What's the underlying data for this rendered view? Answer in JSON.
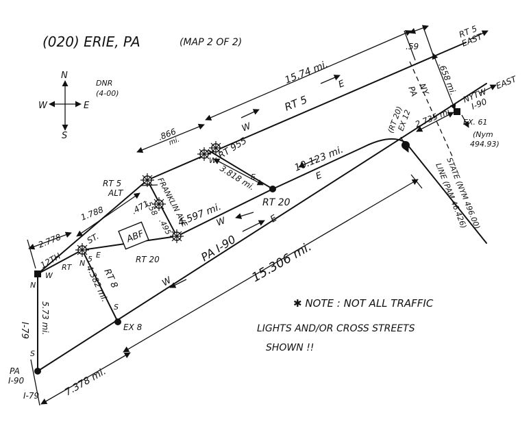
{
  "title": "(020) ERIE, PA",
  "map_note": "(MAP 2 OF 2)",
  "credit_line1": "DNR",
  "credit_line2": "(4-00)",
  "compass": {
    "n": "N",
    "s": "S",
    "e": "E",
    "w": "W"
  },
  "routes": {
    "rt5_east_1": "RT 5",
    "rt5_east_2": "EAST",
    "rt5_label": "RT 5",
    "rt5_e": "E",
    "rt5_w": "W",
    "rt5_alt_1": "RT 5",
    "rt5_alt_2": "ALT",
    "rt955": "RT 955",
    "rt20_label": "RT 20",
    "rt20_left": "RT 20",
    "rt20_e": "E",
    "rt20_w": "W",
    "rt20_ex_1": "(RT 20)",
    "rt20_ex_2": "EX 12",
    "i90_label": "PA  I-90",
    "i90_e": "E",
    "i90_w": "W",
    "nytw_1": "NYTW",
    "nytw_2": "I-90",
    "nytw_east": "EAST",
    "ex61": "EX. 61",
    "nym_1": "(Nym",
    "nym_2": "494.93)",
    "ex8": "EX 8",
    "rt8": "RT 8",
    "rt8_n": "N",
    "rt8_s": "S",
    "twelfth": "12TH",
    "st": "ST.",
    "twelfth_w": "W",
    "twelfth_rt": "RT",
    "twelfth_5": "5",
    "twelfth_e": "E",
    "franklin": "FRANKLIN AVE",
    "abf": "ABF",
    "i79_label": "I-79",
    "i79_n": "N",
    "i79_s": "S",
    "pa_i90_1": "PA",
    "pa_i90_2": "I-90",
    "i79_bottom": "I-79",
    "state_line_1": "STATE (NYM 496.00)",
    "state_line_2": "LINE (PAM 46.426)",
    "pa": "PA",
    "ny": "NY",
    "w955": "W",
    "e955": "E"
  },
  "distances": {
    "d_059": ".59",
    "d_1574": "15.74 mi.",
    "d_0658": ".658 mi.",
    "d_0866": ".866",
    "d_0866_unit": "mi.",
    "d_3818": "3.818 mi.",
    "d_10123": "10.123 mi.",
    "d_2735": "2.735 mi.",
    "d_1788": "1.788",
    "d_2778": "2.778",
    "d_0471": ".471",
    "d_0558": ".558",
    "d_0495": ".495",
    "d_4597": "4.597 mi.",
    "d_15306": "15.306 mi.",
    "d_4382": "4.382 mi.",
    "d_573": "5.73 mi.",
    "d_7378": "7.378 mi."
  },
  "note": {
    "line1": "✱ NOTE :  NOT ALL TRAFFIC",
    "line2": "LIGHTS  AND/OR  CROSS STREETS",
    "line3": "SHOWN !!"
  }
}
